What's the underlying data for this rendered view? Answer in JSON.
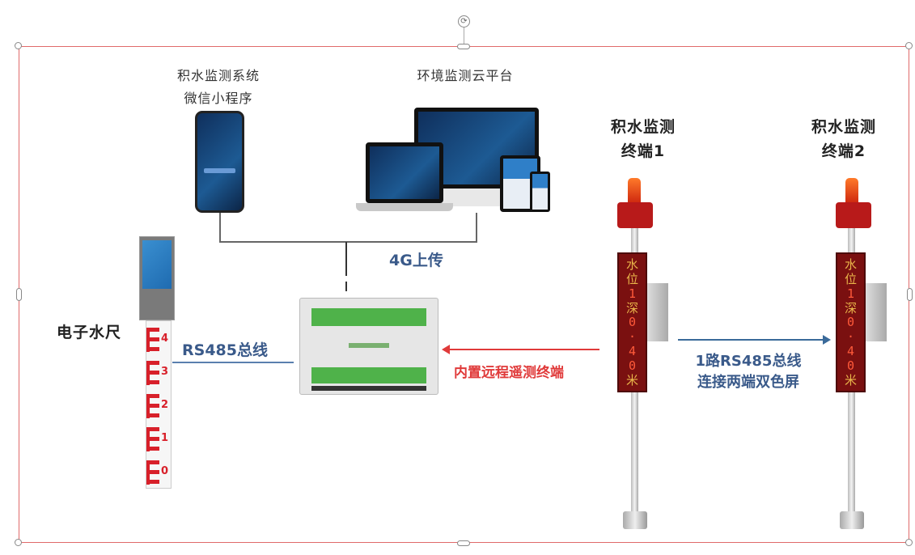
{
  "app": {
    "labels": {
      "mini_program": [
        "积水监测系统",
        "微信小程序"
      ],
      "cloud_platform": "环境监测云平台",
      "upload": "4G上传",
      "water_gauge": "电子水尺",
      "rs485": "RS485总线",
      "rtu": "内置远程遥测终端",
      "terminal1": [
        "积水监测",
        "终端1"
      ],
      "terminal2": [
        "积水监测",
        "终端2"
      ],
      "bus_note": [
        "1路RS485总线",
        "连接两端双色屏"
      ]
    },
    "display_chars": [
      "水",
      "位",
      "1",
      "深",
      "0",
      "·",
      "4",
      "0",
      "米"
    ],
    "ruler_marks": [
      "4",
      "3",
      "2",
      "1",
      "0"
    ],
    "colors": {
      "frame": "#e06a6a",
      "blue_text": "#3a5a8a",
      "red_arrow": "#e03a3a",
      "display_bg": "#7a1010",
      "ruler_red": "#d8202a"
    }
  }
}
